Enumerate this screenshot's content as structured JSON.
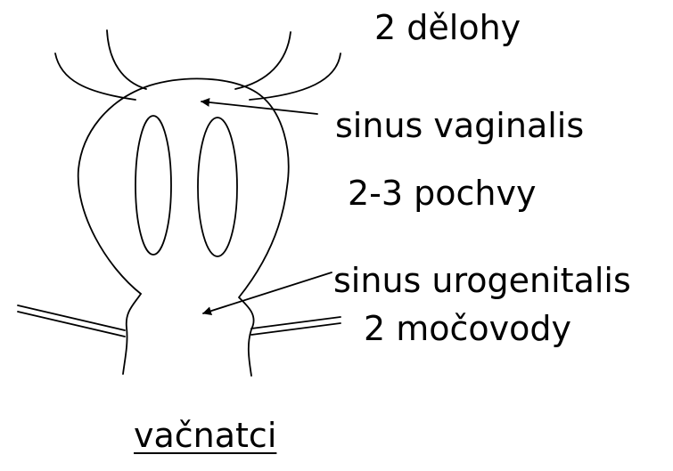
{
  "labels": {
    "uteri": "2 dělohy",
    "sinus_vaginalis": "sinus vaginalis",
    "vaginae": "2-3 pochvy",
    "sinus_urogenitalis": "sinus urogenitalis",
    "ureters": "2 močovody"
  },
  "caption": "vačnatci",
  "colors": {
    "line": "#000000",
    "background": "#ffffff"
  }
}
